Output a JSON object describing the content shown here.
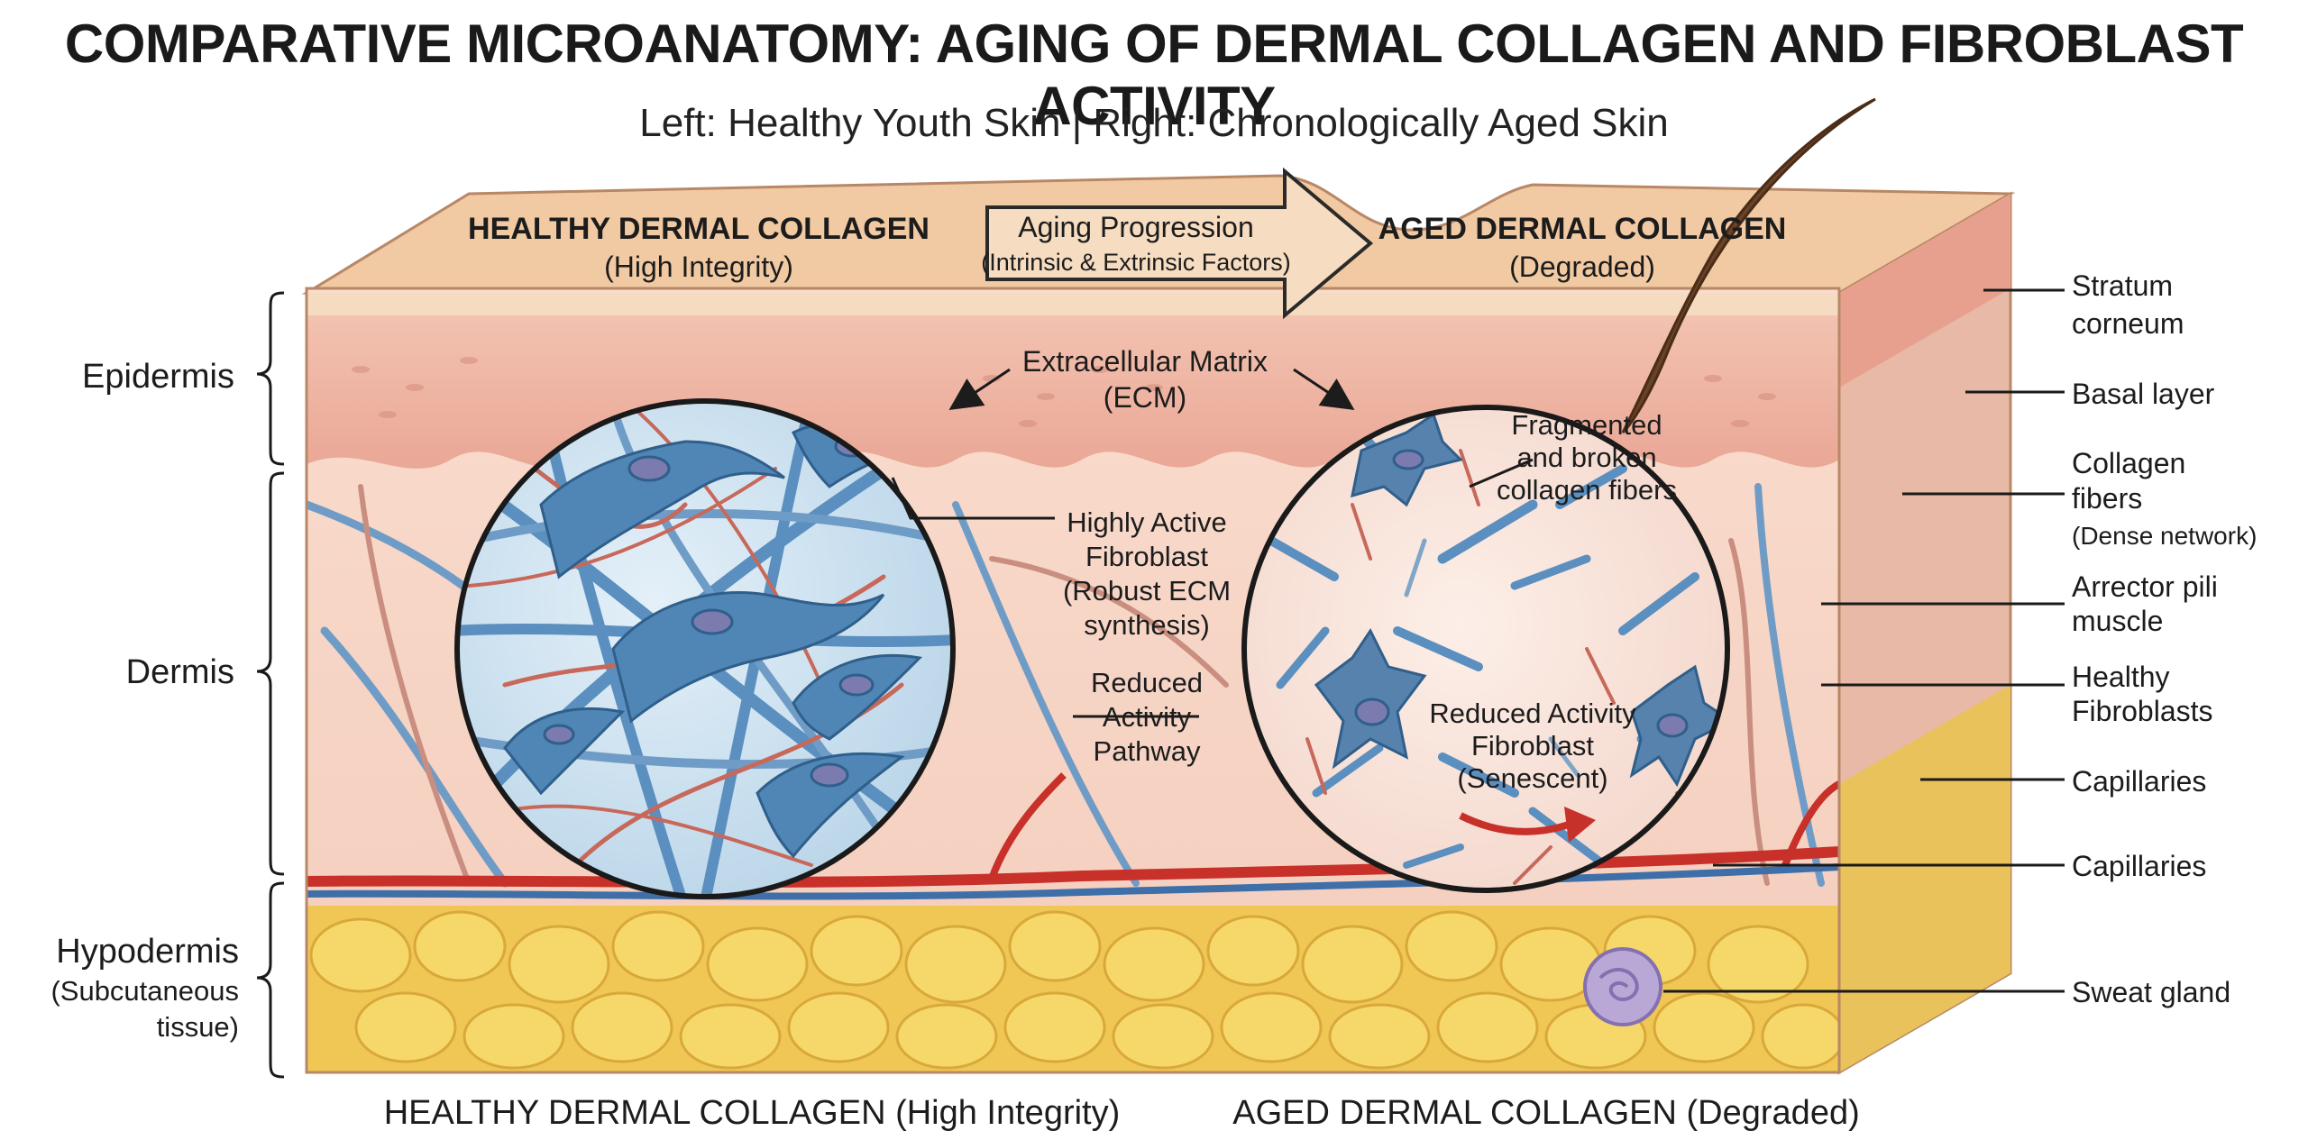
{
  "title": "COMPARATIVE MICROANATOMY: AGING OF DERMAL COLLAGEN AND FIBROBLAST ACTIVITY",
  "subtitle": "Left: Healthy Youth Skin | Right: Chronologically Aged Skin",
  "banner": {
    "healthy_title": "HEALTHY DERMAL COLLAGEN",
    "healthy_sub": "(High Integrity)",
    "arrow_title": "Aging Progression",
    "arrow_sub": "(Intrinsic & Extrinsic Factors)",
    "aged_title": "AGED DERMAL COLLAGEN",
    "aged_sub": "(Degraded)"
  },
  "left_labels": {
    "epidermis": "Epidermis",
    "dermis": "Dermis",
    "hypodermis": "Hypodermis",
    "hypodermis_sub1": "(Subcutaneous",
    "hypodermis_sub2": "tissue)"
  },
  "center_labels": {
    "ecm_line1": "Extracellular Matrix",
    "ecm_line2": "(ECM)",
    "active_fib_1": "Highly Active",
    "active_fib_2": "Fibroblast",
    "active_fib_3": "(Robust ECM",
    "active_fib_4": "synthesis)",
    "reduced_path_1": "Reduced",
    "reduced_path_2": "Activity",
    "reduced_path_3": "Pathway",
    "fragmented_1": "Fragmented",
    "fragmented_2": "and broken",
    "fragmented_3": "collagen fibers",
    "reduced_fib_1": "Reduced Activity",
    "reduced_fib_2": "Fibroblast",
    "reduced_fib_3": "(Senescent)"
  },
  "right_labels": {
    "stratum_1": "Stratum",
    "stratum_2": "corneum",
    "basal": "Basal layer",
    "collagen_1": "Collagen",
    "collagen_2": "fibers",
    "collagen_3": "(Dense network)",
    "arrector_1": "Arrector pili",
    "arrector_2": "muscle",
    "healthy_fib_1": "Healthy",
    "healthy_fib_2": "Fibroblasts",
    "capillaries_1": "Capillaries",
    "capillaries_2": "Capillaries",
    "sweat": "Sweat gland"
  },
  "bottom_labels": {
    "left": "HEALTHY DERMAL COLLAGEN (High Integrity)",
    "right": "AGED DERMAL COLLAGEN (Degraded)"
  },
  "colors": {
    "epidermis": "#f0b8a8",
    "dermis": "#f7d6c8",
    "fat": "#f2cc55",
    "collagen_blue": "#5a8fbf",
    "collagen_red": "#c7685a",
    "capillary_red": "#c8302a",
    "fibroblast": "#4f86b5",
    "lens_healthy": "#cfe3f0",
    "lens_aged": "#f8e4dc"
  }
}
